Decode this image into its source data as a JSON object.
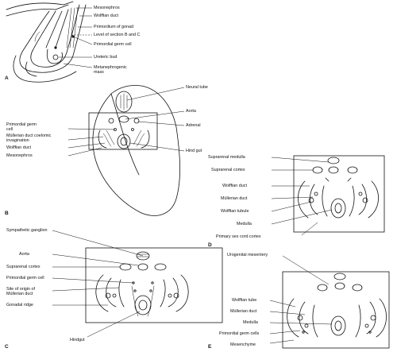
{
  "panels": [
    "A",
    "B",
    "C",
    "D",
    "E"
  ],
  "panel_a": {
    "labels": [
      "Mesonephros",
      "Wolffian duct",
      "Primordium of gonad",
      "Level of section B and C",
      "Primordial germ cell",
      "Ureteric bud",
      "Metanephrogenic\nmass"
    ]
  },
  "panel_b": {
    "labels": [
      "Neural tube",
      "Aorta",
      "Adrenal",
      "Primordial germ\ncell",
      "Müllerian duct coelomic\ninvagination",
      "Wolffian duct",
      "Mesonephros",
      "Hind gut"
    ]
  },
  "panel_c": {
    "labels": [
      "Sympathetic ganglion",
      "Aorta",
      "Suprarenal cortex",
      "Primordial germ cell",
      "Site of origin of\nMüllerian duct",
      "Gonadal ridge",
      "Hindgut"
    ]
  },
  "panel_d": {
    "labels": [
      "Suprarenal medulla",
      "Suprarenal cortex",
      "Wolffian duct",
      "Müllerian duct",
      "Wolffian tubule",
      "Medulla",
      "Primary sex cord cortex"
    ]
  },
  "panel_e": {
    "labels": [
      "Urogenital mesentery",
      "Wolffian tube",
      "Müllerian duct",
      "Medulla",
      "Primordial germ cells",
      "Mesenchyme"
    ]
  }
}
